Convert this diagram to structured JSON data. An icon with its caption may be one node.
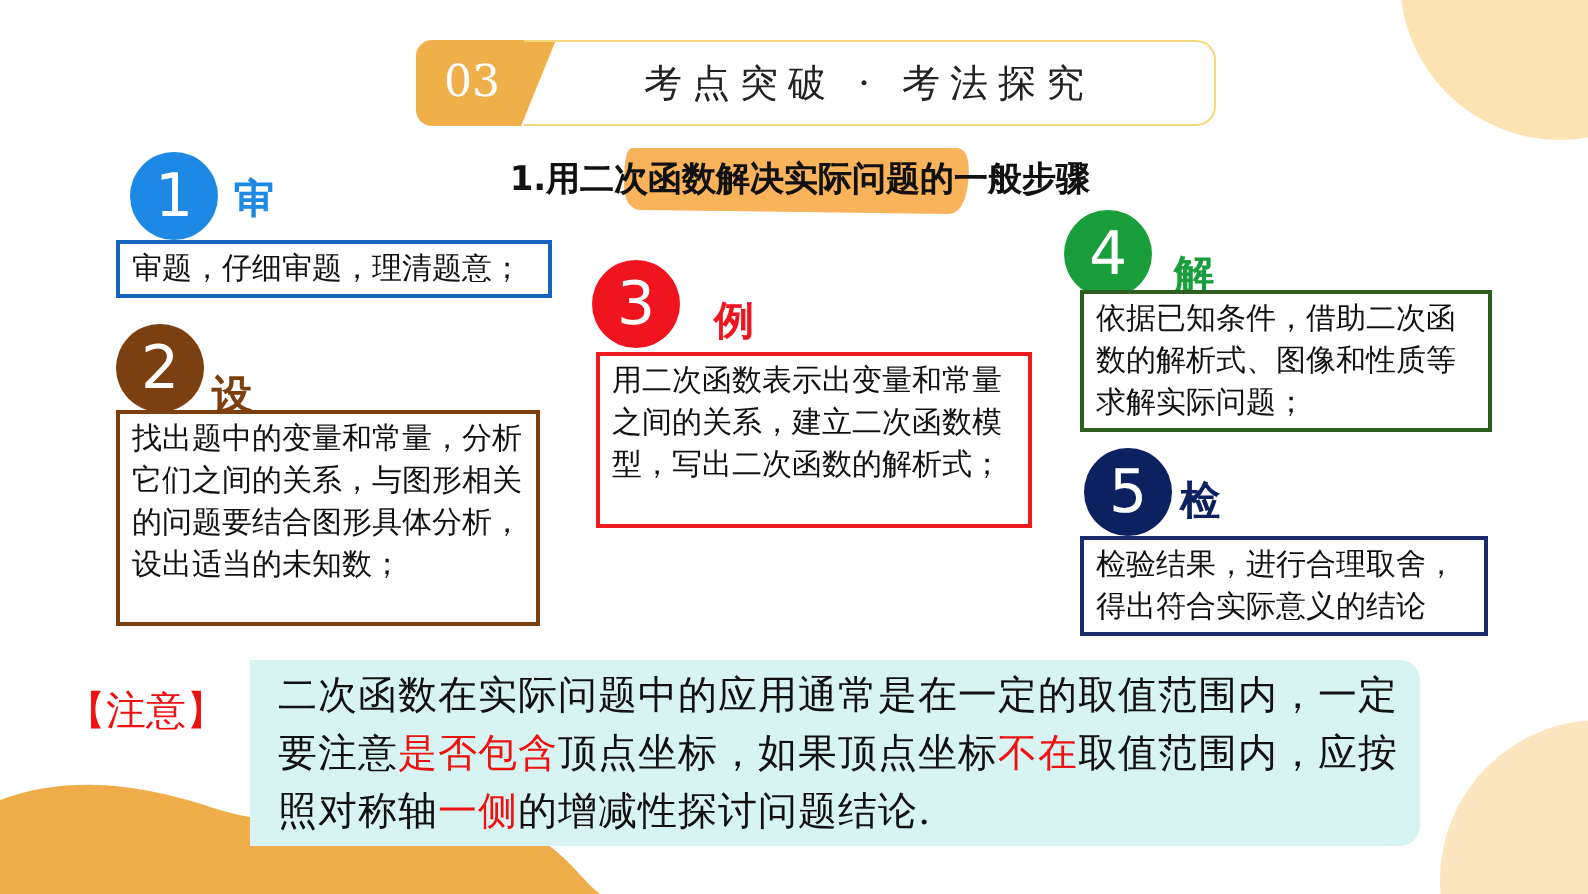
{
  "diagram": {
    "title": "1.用二次函数解决实际问题的一般步骤",
    "nodes": [
      {
        "text": [
          "03"
        ]
      },
      {
        "text": [
          "考点突破 · 考法探究"
        ]
      },
      {
        "text": [
          "1"
        ],
        "beside": [
          "审"
        ]
      },
      {
        "text": [
          "审题，仔细审题，理清题意；"
        ]
      },
      {
        "text": [
          "2"
        ],
        "beside": [
          "设"
        ]
      },
      {
        "text": [
          "找出题中的变量和常量，分析它们之间的关系，与图形相关的问题要结合图形具体分析，设出适当的未知数；"
        ]
      },
      {
        "text": [
          "3"
        ],
        "beside": [
          "例"
        ]
      },
      {
        "text": [
          "用二次函数表示出变量和常量之间的关系，建立二次函数模型，写出二次函数的解析式；"
        ]
      },
      {
        "text": [
          "4"
        ],
        "beside": [
          "解"
        ]
      },
      {
        "text": [
          "依据已知条件，借助二次函数的解析式、图像和性质等求解实际问题；"
        ]
      },
      {
        "text": [
          "5"
        ],
        "beside": [
          "检"
        ]
      },
      {
        "text": [
          "检验结果，进行合理取舍，得出符合实际意义的结论"
        ]
      },
      {
        "text": [
          "二次函数在实际问题中的应用通常是在一定的取值范围内，一定要注意**是否包含**顶点坐标，如果顶点坐标**不在**取值范围内，应按照对称轴**一侧**的增减性探讨问题结论."
        ],
        "beside": [
          "【注意】"
        ]
      }
    ],
    "edges": []
  }
}
